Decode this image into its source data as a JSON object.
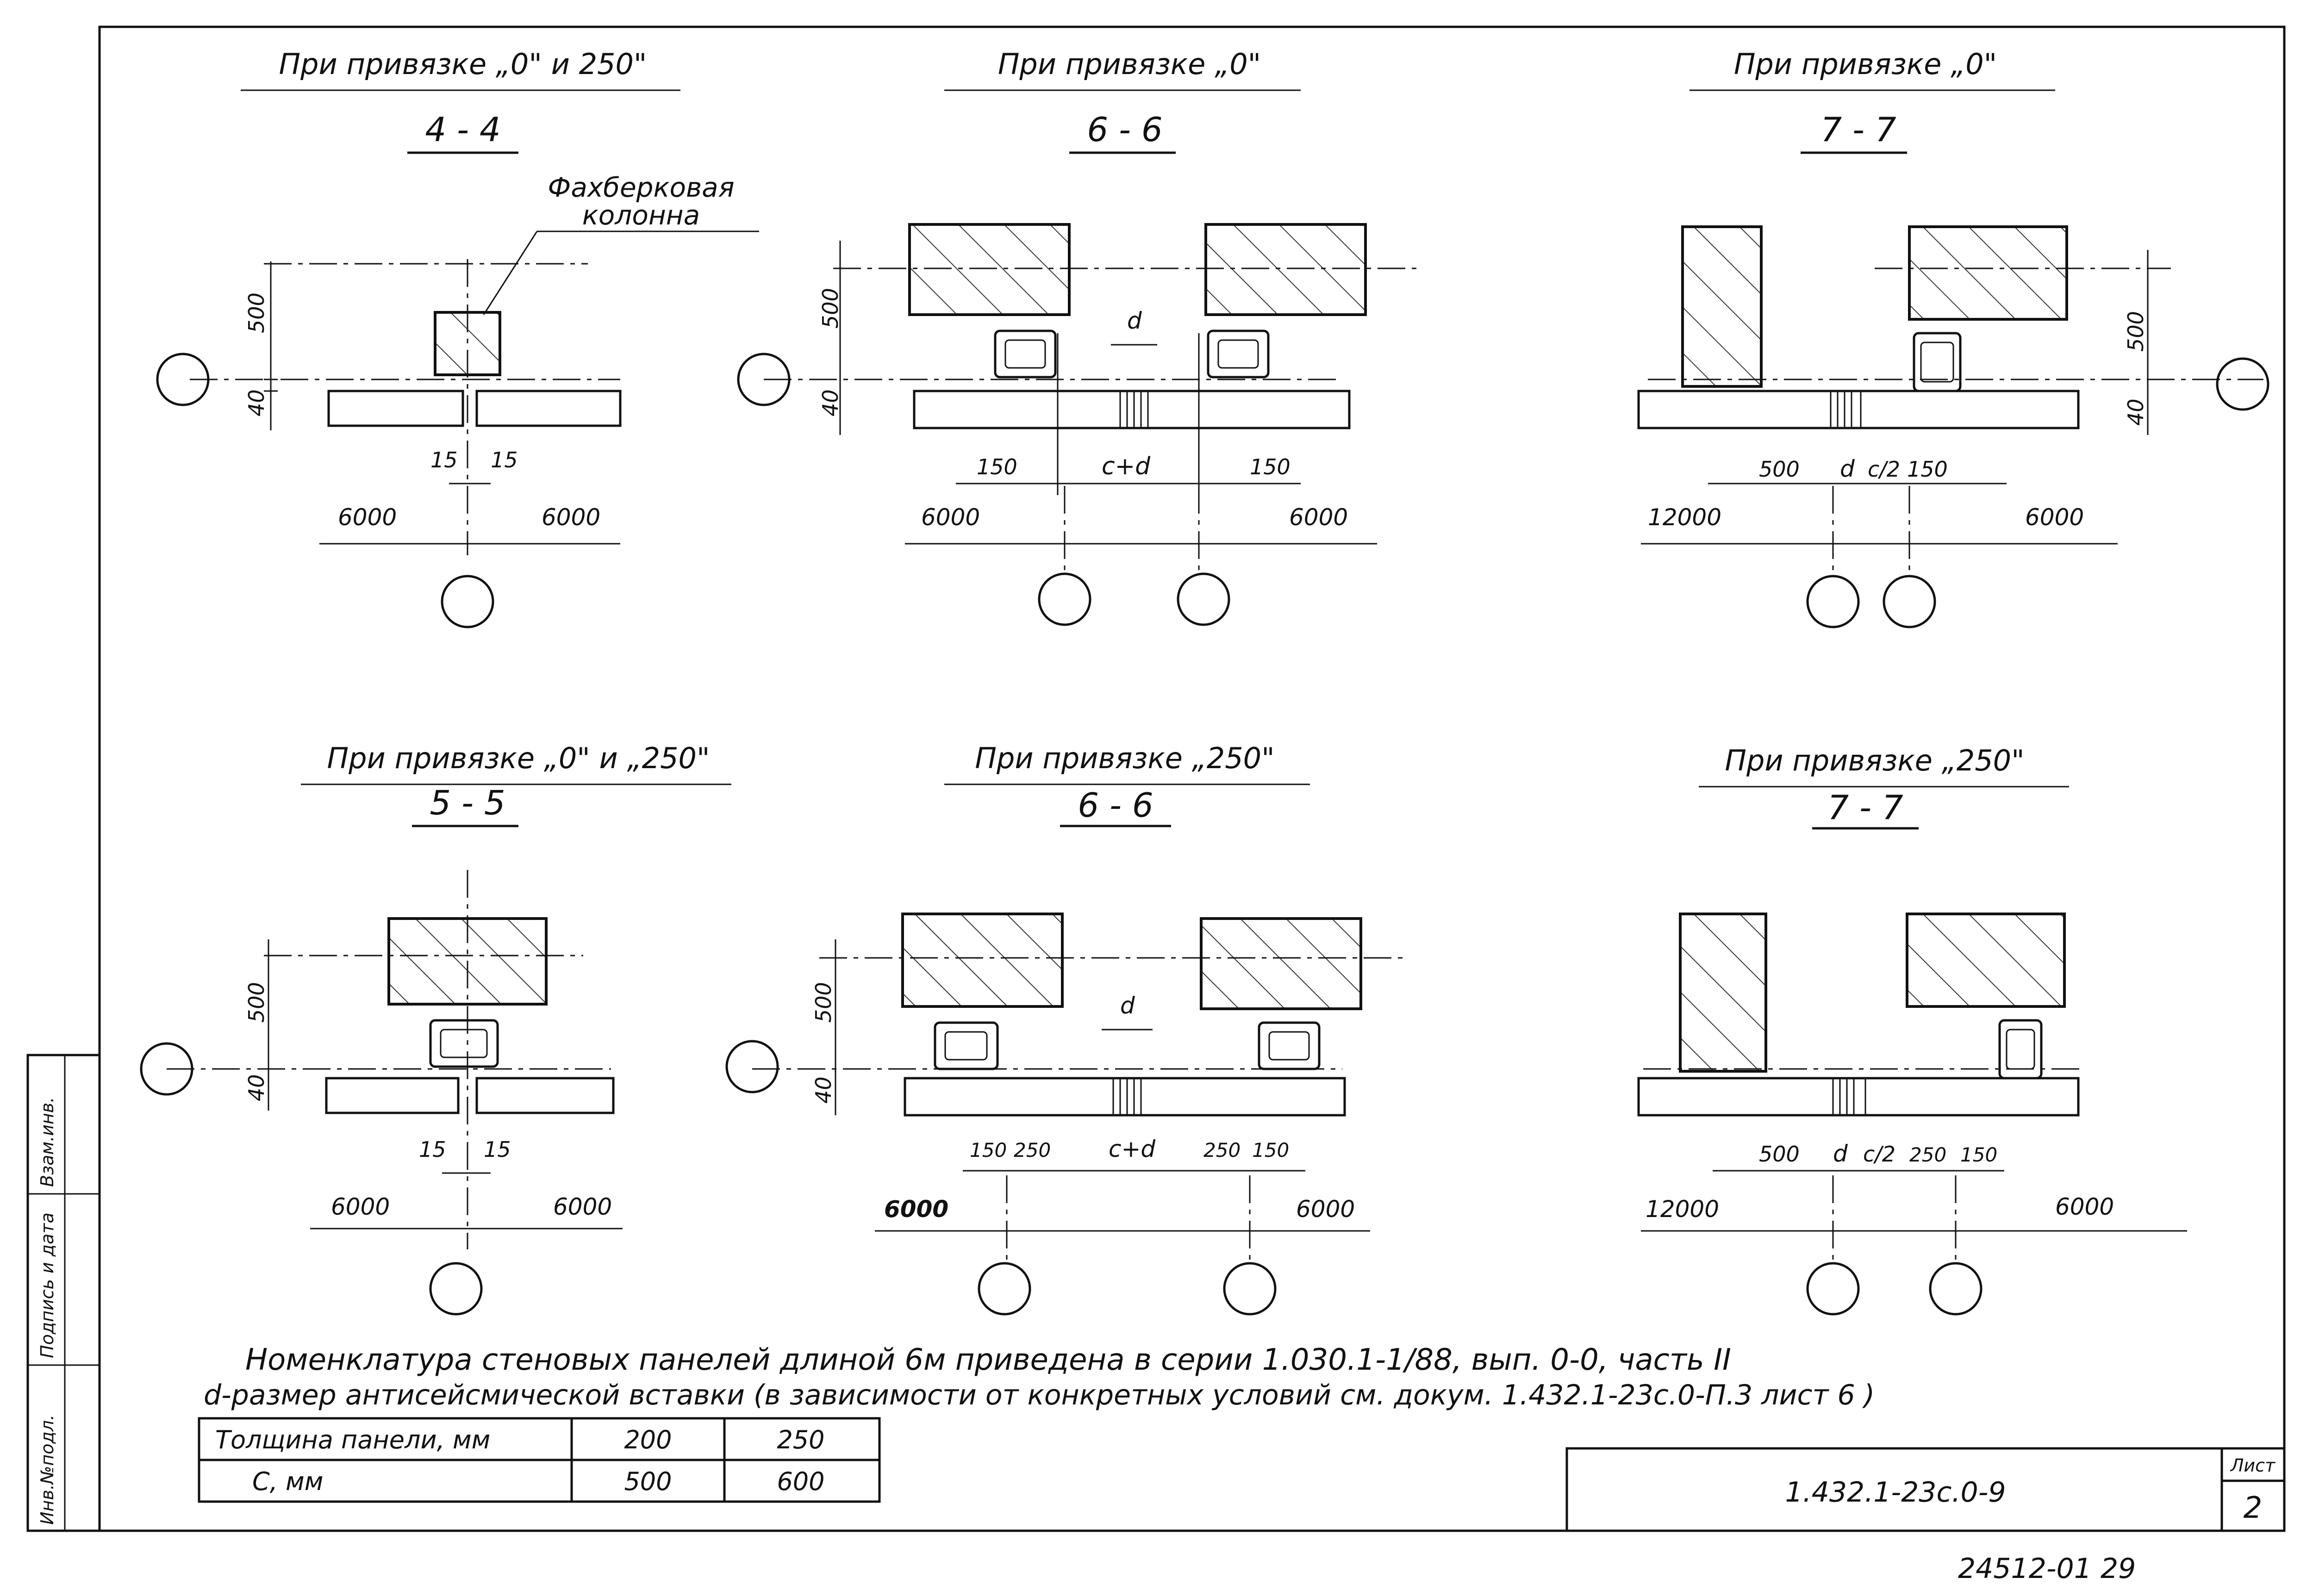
{
  "sections": {
    "s44": {
      "caption": "При привязке „0\" и 250\"",
      "label": "4 - 4",
      "leader": [
        "Фахберковая",
        "колонна"
      ],
      "dims": [
        "500",
        "40",
        "15",
        "15",
        "6000",
        "6000"
      ]
    },
    "s66a": {
      "caption": "При привязке „0\"",
      "label": "6 - 6",
      "dims": [
        "500",
        "40",
        "d",
        "150",
        "c+d",
        "150",
        "6000",
        "6000"
      ]
    },
    "s77a": {
      "caption": "При привязке „0\"",
      "label": "7 - 7",
      "dims": [
        "500",
        "40",
        "500",
        "d",
        "c/2",
        "150",
        "12000",
        "6000"
      ]
    },
    "s55": {
      "caption": "При привязке „0\" и „250\"",
      "label": "5 - 5",
      "dims": [
        "500",
        "40",
        "15",
        "15",
        "6000",
        "6000"
      ]
    },
    "s66b": {
      "caption": "При привязке „250\"",
      "label": "6 - 6",
      "dims": [
        "500",
        "40",
        "d",
        "150",
        "250",
        "c+d",
        "250",
        "150",
        "6000",
        "6000"
      ]
    },
    "s77b": {
      "caption": "При привязке „250\"",
      "label": "7 - 7",
      "dims": [
        "500",
        "d",
        "c/2",
        "250",
        "150",
        "12000",
        "6000"
      ]
    }
  },
  "notes": [
    "Номенклатура стеновых панелей длиной 6м приведена в серии 1.030.1-1/88, вып. 0-0, часть II",
    "d-размер антисейсмической вставки (в зависимости от конкретных условий см. докум. 1.432.1-23с.0-П.3 лист 6 )"
  ],
  "table": {
    "rows": [
      [
        "Толщина панели, мм",
        "200",
        "250"
      ],
      [
        "С, мм",
        "500",
        "600"
      ]
    ]
  },
  "side_stamp": [
    "Инв.№подл.",
    "Подпись и дата",
    "Взам.инв."
  ],
  "title_block": {
    "code": "1.432.1-23с.0-9",
    "sheet_label": "Лист",
    "sheet_no": "2"
  },
  "archive_number": "24512-01   29"
}
